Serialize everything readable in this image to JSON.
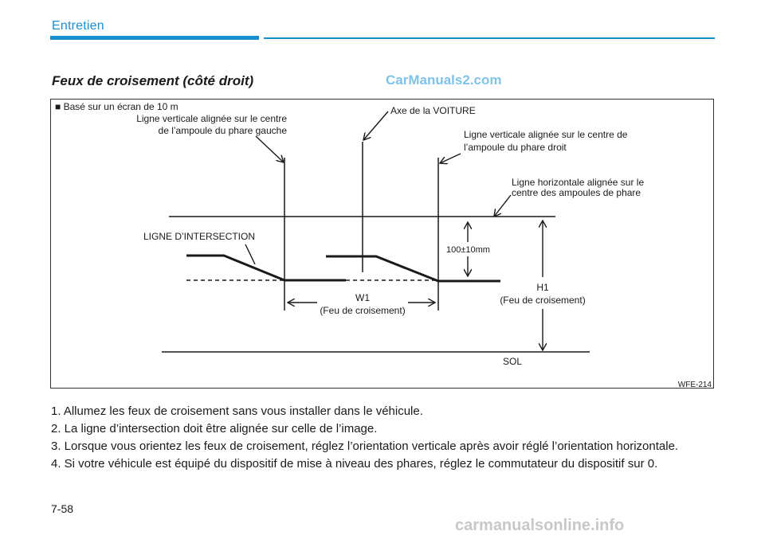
{
  "header": {
    "section": "Entretien"
  },
  "heading": "Feux de croisement (côté droit)",
  "watermark_top": "CarManuals2.com",
  "figure": {
    "note": "■ Basé sur un écran de 10 m",
    "left_line_1": "Ligne verticale alignée sur le centre",
    "left_line_2": "de l’ampoule du phare gauche",
    "axis": "Axe de la VOITURE",
    "right_line_1": "Ligne verticale alignée sur le centre de",
    "right_line_2": "l’ampoule du phare droit",
    "horizontal_1": "Ligne horizontale alignée sur le",
    "horizontal_2": "centre des ampoules de phare",
    "intersection": "LIGNE D’INTERSECTION",
    "offset": "100±10mm",
    "w1": "W1",
    "w1_sub": "(Feu de croisement)",
    "h1": "H1",
    "h1_sub": "(Feu de croisement)",
    "ground": "SOL",
    "code": "WFE-214"
  },
  "steps": [
    "1. Allumez les feux de croisement sans vous installer dans le véhicule.",
    "2. La ligne d’intersection doit être alignée sur celle de l’image.",
    "3. Lorsque vous orientez les feux de croisement, réglez l’orientation verticale après avoir réglé l’orientation horizontale.",
    "4. Si votre véhicule est équipé du dispositif de mise à niveau des phares, réglez le commutateur du dispositif sur 0."
  ],
  "page_number": "7-58",
  "watermark_bottom": "carmanualsonline.info"
}
